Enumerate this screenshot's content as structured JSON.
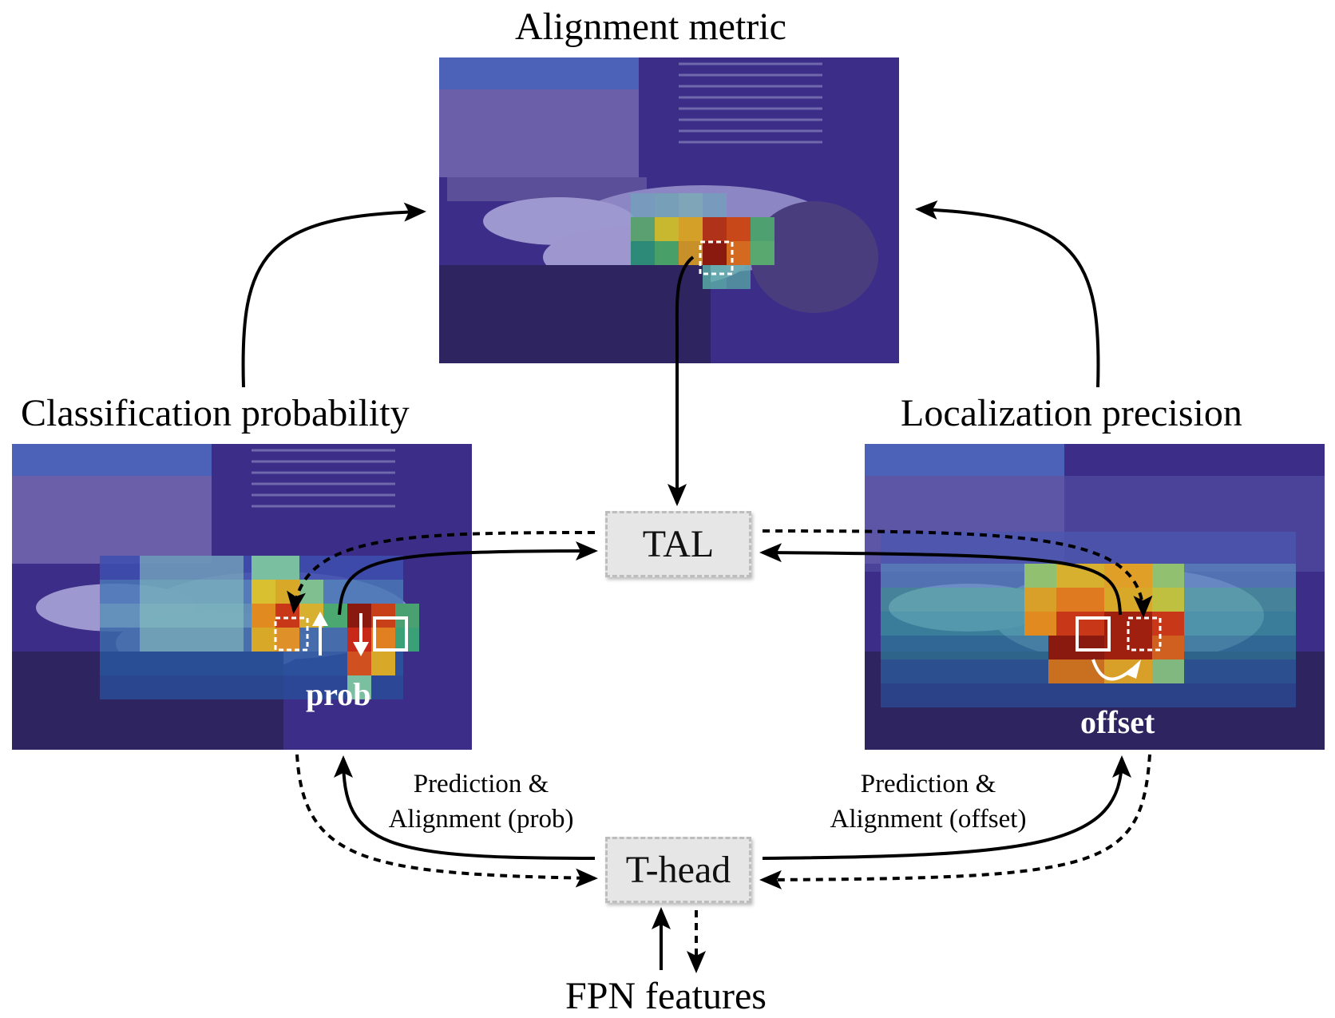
{
  "titles": {
    "alignment_metric": "Alignment metric",
    "classification_probability": "Classification probability",
    "localization_precision": "Localization precision",
    "fpn_features": "FPN features"
  },
  "nodes": {
    "tal": "TAL",
    "t_head": "T-head"
  },
  "edge_labels": {
    "left_line1": "Prediction &",
    "left_line2": "Alignment (prob)",
    "right_line1": "Prediction &",
    "right_line2": "Alignment (offset)"
  },
  "panel_tags": {
    "prob": "prob",
    "offset": "offset"
  },
  "colors": {
    "overlay": "#3a2c8a",
    "node_fill": "#e6e6e6",
    "node_border": "#bdbdbd",
    "arrow": "#000000"
  }
}
